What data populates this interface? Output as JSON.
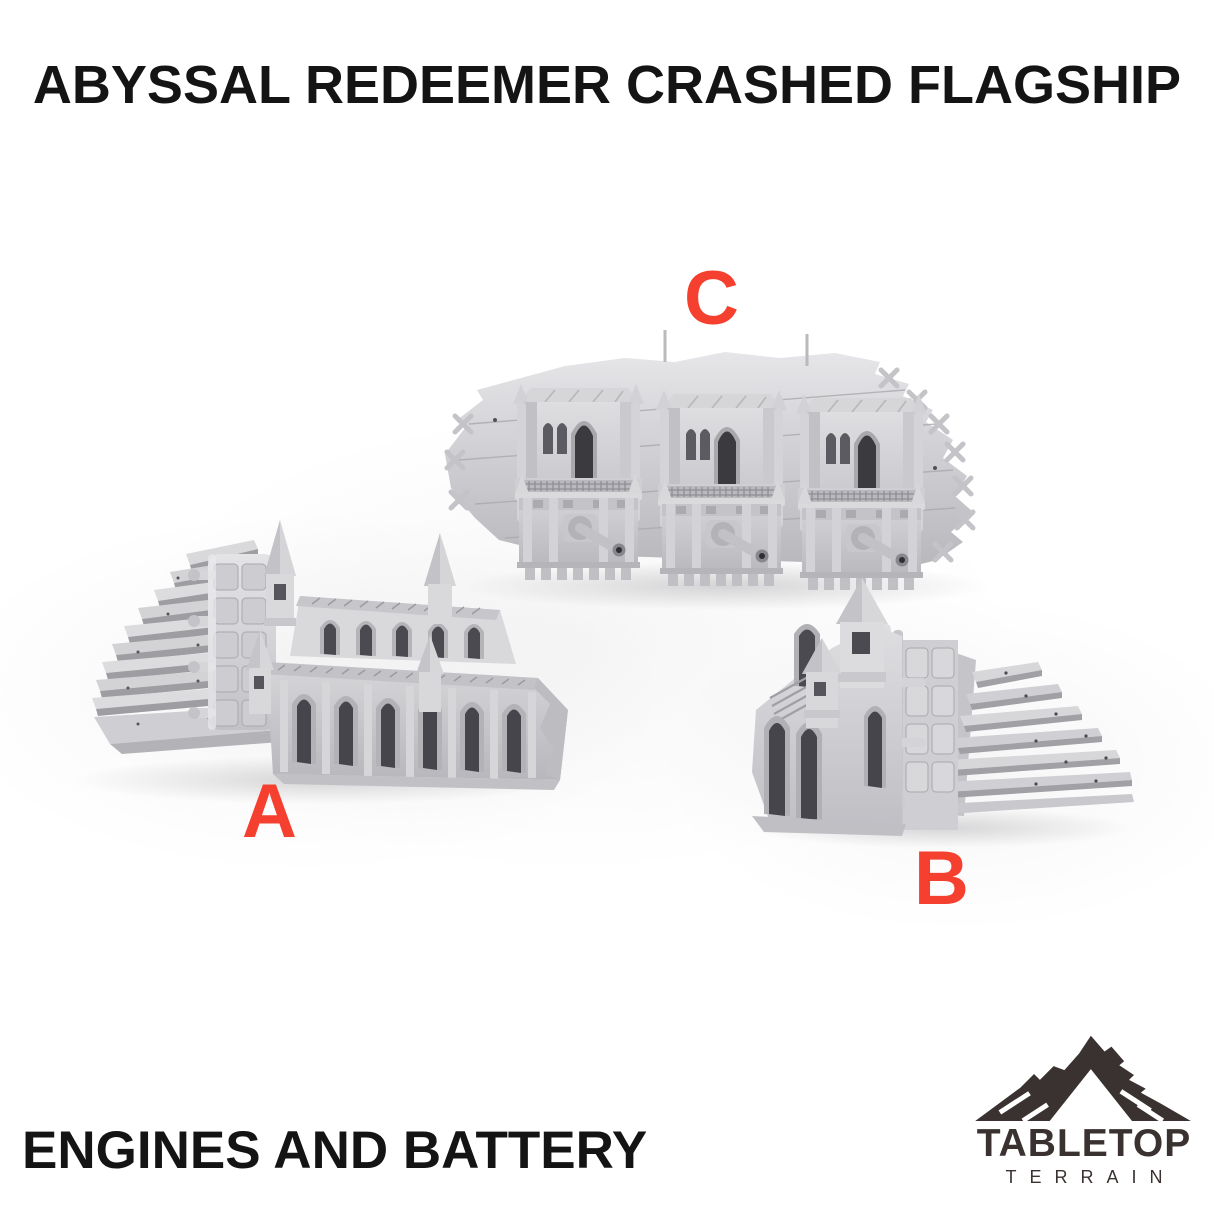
{
  "header": {
    "title": "ABYSSAL REDEEMER CRASHED FLAGSHIP"
  },
  "scene": {
    "labels": {
      "a": "A",
      "b": "B",
      "c": "C"
    },
    "models": [
      {
        "label": "C",
        "render": "gun-battery-wall-render"
      },
      {
        "label": "A",
        "render": "large-engine-section-render"
      },
      {
        "label": "B",
        "render": "small-engine-section-render"
      }
    ]
  },
  "footer": {
    "caption": "ENGINES AND BATTERY",
    "logo": {
      "line1": "TABLETOP",
      "line2": "TERRAIN"
    }
  },
  "colors": {
    "label_accent": "#f6402f",
    "logo_ink": "#3a3231",
    "title_ink": "#141414",
    "model_gray": "#cdcdd1"
  }
}
